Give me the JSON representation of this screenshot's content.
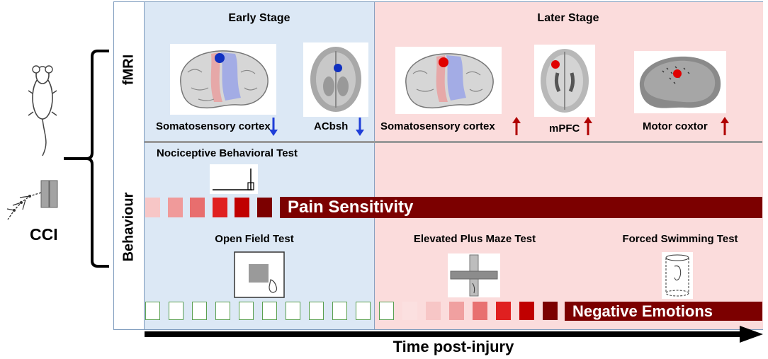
{
  "subject": {
    "model_label": "CCI"
  },
  "rows": {
    "fmri_label": "fMRI",
    "behaviour_label": "Behaviour"
  },
  "stages": {
    "early": "Early Stage",
    "later": "Later Stage"
  },
  "fmri_regions": [
    {
      "label": "Somatosensory cortex",
      "change": "decrease"
    },
    {
      "label": "ACbsh",
      "change": "decrease"
    },
    {
      "label": "Somatosensory cortex",
      "change": "increase"
    },
    {
      "label": "mPFC",
      "change": "increase"
    },
    {
      "label": "Motor coxtor",
      "change": "increase"
    }
  ],
  "behaviour": {
    "nociceptive_test": "Nociceptive Behavioral Test",
    "pain_bar": "Pain Sensitivity",
    "open_field": "Open Field Test",
    "elevated_maze": "Elevated Plus Maze Test",
    "forced_swim": "Forced Swimming Test",
    "emotion_bar": "Negative Emotions"
  },
  "axis": {
    "label": "Time post-injury"
  },
  "colors": {
    "early_bg": "#dce8f5",
    "later_bg": "#fbdcdc",
    "dark_red": "#7c0000",
    "decrease_arrow": "#1f3ed8",
    "increase_arrow": "#b00000",
    "divider": "#9a9a9a",
    "pain_gradient": [
      "#f7c6c6",
      "#f09a9a",
      "#e86e6e",
      "#e02020",
      "#c00000",
      "#7c0000"
    ],
    "emotion_gradient": [
      "#ffffff",
      "#ffffff",
      "#ffffff",
      "#ffffff",
      "#ffffff",
      "#ffffff",
      "#ffffff",
      "#ffffff",
      "#ffffff",
      "#ffffff",
      "#ffffff",
      "#fbe0e0",
      "#f7c6c6",
      "#f0a0a0",
      "#e87070",
      "#e02020",
      "#c00000",
      "#7c0000"
    ]
  }
}
